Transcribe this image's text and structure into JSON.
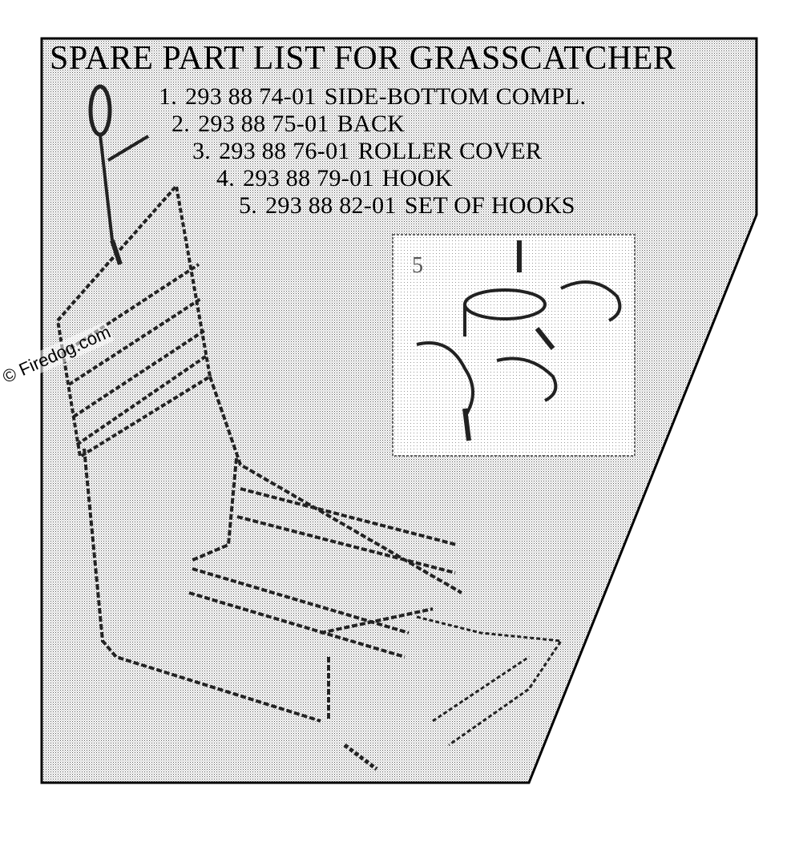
{
  "title": "SPARE PART LIST FOR GRASSCATCHER",
  "parts": [
    {
      "no": "1.",
      "number": "293 88 74-01",
      "name": "SIDE-BOTTOM COMPL."
    },
    {
      "no": "2.",
      "number": "293 88 75-01",
      "name": "BACK"
    },
    {
      "no": "3.",
      "number": "293 88 76-01",
      "name": "ROLLER COVER"
    },
    {
      "no": "4.",
      "number": "293 88 79-01",
      "name": "HOOK"
    },
    {
      "no": "5.",
      "number": "293 88 82-01",
      "name": "SET OF HOOKS"
    }
  ],
  "inset_label": "5",
  "watermark": "© Firedog.com"
}
